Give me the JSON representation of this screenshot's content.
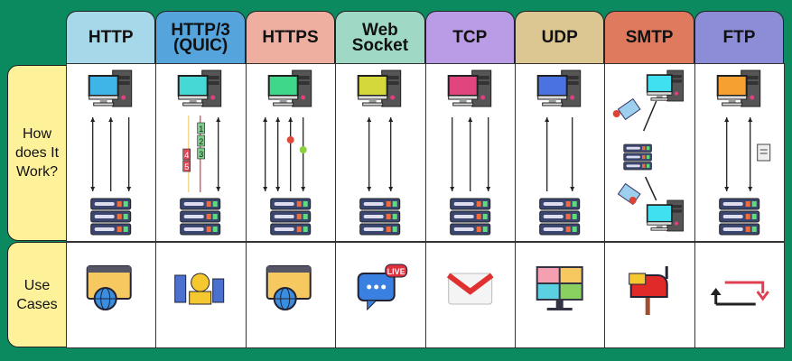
{
  "row_labels": {
    "how": "How does It Work?",
    "use": "Use Cases"
  },
  "columns": [
    {
      "title": "HTTP",
      "header_color": "#a6d8ea",
      "screen_color": "#3fb4e6",
      "arrows": "http",
      "use_case_icon": "web-globe-icon"
    },
    {
      "title": "HTTP/3 (QUIC)",
      "header_color": "#56a4dc",
      "screen_color": "#45d8d4",
      "arrows": "quic",
      "use_case_icon": "smart-city-icon",
      "packets": [
        "1",
        "2",
        "3",
        "4",
        "5"
      ]
    },
    {
      "title": "HTTPS",
      "header_color": "#eeaea0",
      "screen_color": "#3fd88a",
      "arrows": "https",
      "use_case_icon": "secure-web-globe-icon"
    },
    {
      "title": "Web Socket",
      "header_color": "#9fd8c4",
      "screen_color": "#d4d83a",
      "arrows": "ws",
      "use_case_icon": "live-chat-icon",
      "live_badge": "LIVE"
    },
    {
      "title": "TCP",
      "header_color": "#b99be6",
      "screen_color": "#e0457e",
      "arrows": "tcp",
      "use_case_icon": "email-icon"
    },
    {
      "title": "UDP",
      "header_color": "#dcc792",
      "screen_color": "#4a72e0",
      "arrows": "udp",
      "use_case_icon": "video-conference-icon"
    },
    {
      "title": "SMTP",
      "header_color": "#e07a5f",
      "screen_color": "#40e0f0",
      "arrows": "smtp",
      "use_case_icon": "mailbox-icon"
    },
    {
      "title": "FTP",
      "header_color": "#8c8dd6",
      "screen_color": "#f5a030",
      "arrows": "ftp",
      "use_case_icon": "file-transfer-icon"
    }
  ]
}
